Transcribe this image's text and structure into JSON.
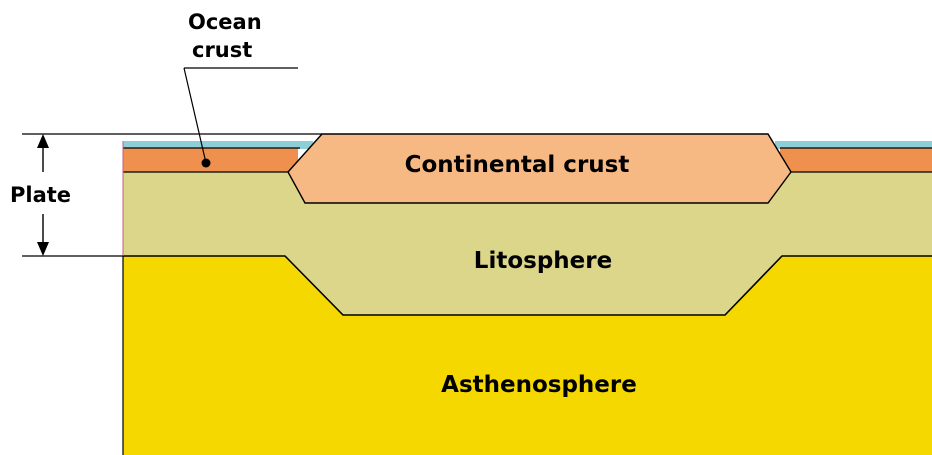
{
  "labels": {
    "ocean_crust_line1": "Ocean",
    "ocean_crust_line2": "crust",
    "plate": "Plate",
    "continental_crust": "Continental crust",
    "litosphere": "Litosphere",
    "asthenosphere": "Asthenosphere"
  },
  "colors": {
    "ocean_water": "#8ccfd8",
    "ocean_crust": "#f0904e",
    "continental_crust": "#f7b984",
    "litosphere": "#dcd68a",
    "asthenosphere": "#f4d800",
    "outline": "#000000",
    "plate_edge": "#c06080"
  }
}
